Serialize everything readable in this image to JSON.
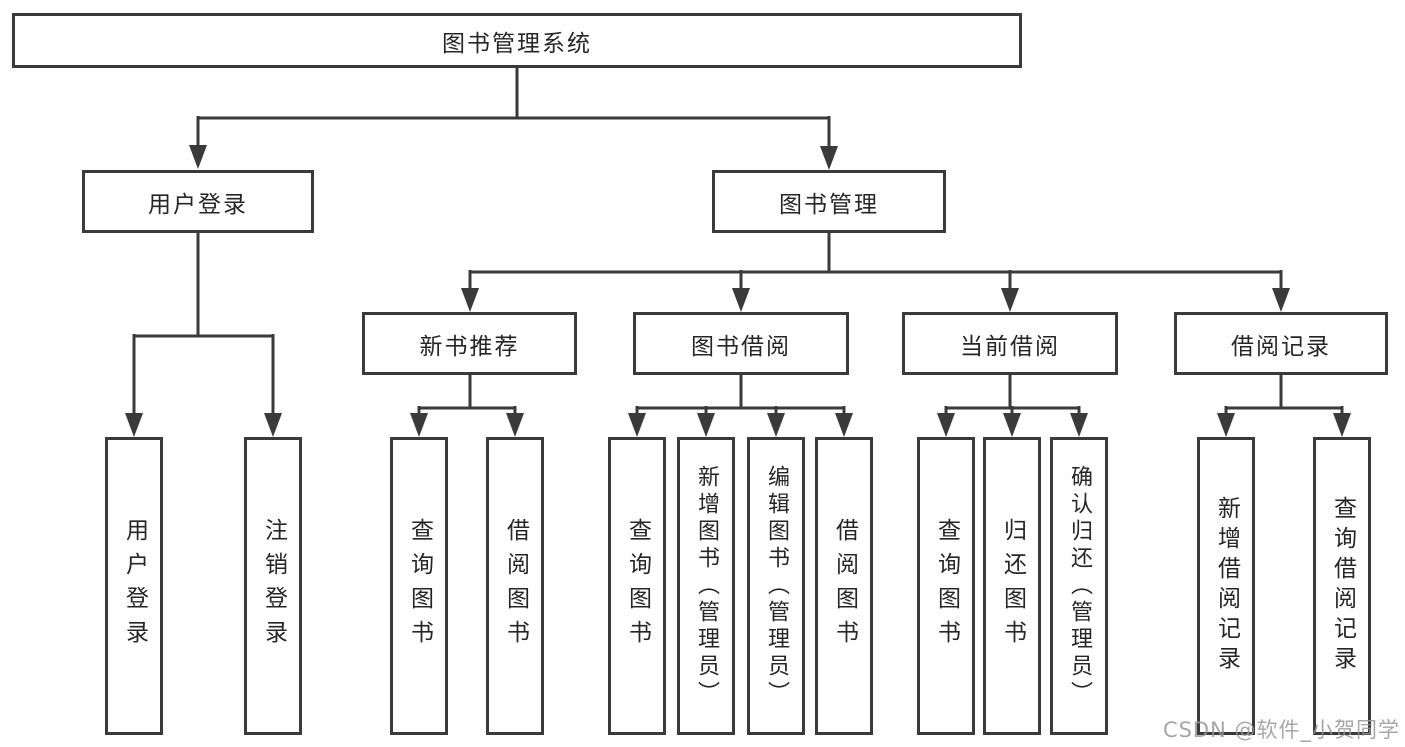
{
  "diagram": {
    "root": {
      "label": "图书管理系统"
    },
    "level2": [
      {
        "label": "用户登录",
        "leaves": [
          {
            "label": "用户登录"
          },
          {
            "label": "注销登录"
          }
        ]
      },
      {
        "label": "图书管理",
        "groups": [
          {
            "label": "新书推荐",
            "leaves": [
              {
                "label": "查询图书"
              },
              {
                "label": "借阅图书"
              }
            ]
          },
          {
            "label": "图书借阅",
            "leaves": [
              {
                "label": "查询图书"
              },
              {
                "label": "新增图书（管理员）"
              },
              {
                "label": "编辑图书（管理员）"
              },
              {
                "label": "借阅图书"
              }
            ]
          },
          {
            "label": "当前借阅",
            "leaves": [
              {
                "label": "查询图书"
              },
              {
                "label": "归还图书"
              },
              {
                "label": "确认归还（管理员）"
              }
            ]
          },
          {
            "label": "借阅记录",
            "leaves": [
              {
                "label": "新增借阅记录"
              },
              {
                "label": "查询借阅记录"
              }
            ]
          }
        ]
      }
    ],
    "colors": {
      "line": "#3a3a3a",
      "text": "#262626",
      "watermark": "#969696"
    }
  },
  "watermark": {
    "text": "CSDN @软件_小贺同学"
  }
}
